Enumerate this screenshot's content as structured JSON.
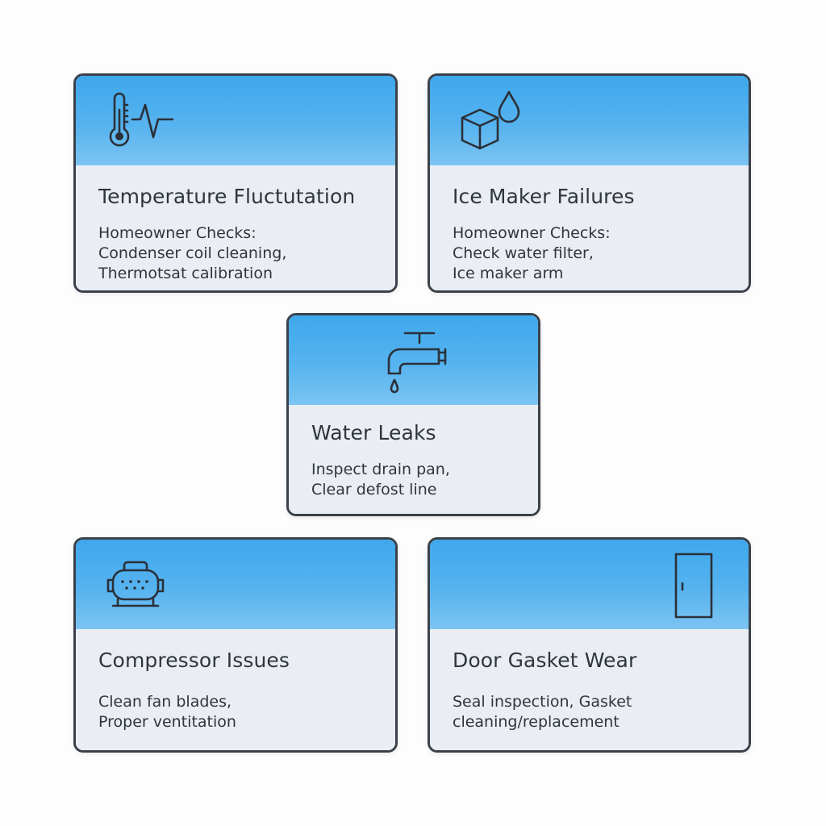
{
  "cards": [
    {
      "title": "Temperature Fluctutation",
      "lines": [
        "Homeowner Checks:",
        "Condenser coil cleaning,",
        "Thermotsat calibration"
      ],
      "icon": "thermometer-pulse-icon"
    },
    {
      "title": "Ice Maker Failures",
      "lines": [
        "Homeowner Checks:",
        "Check water filter,",
        "Ice maker arm"
      ],
      "icon": "ice-cube-drop-icon"
    },
    {
      "title": "Water Leaks",
      "lines": [
        "Inspect drain pan,",
        "Clear defost line"
      ],
      "icon": "faucet-icon"
    },
    {
      "title": "Compressor Issues",
      "lines": [
        "Clean fan blades,",
        "Proper ventitation"
      ],
      "icon": "compressor-icon"
    },
    {
      "title": "Door Gasket Wear",
      "lines": [
        "Seal inspection, Gasket",
        "cleaning/replacement"
      ],
      "icon": "door-icon"
    }
  ],
  "colors": {
    "header_blue": "#3ea8ec",
    "body_gray": "#eaeef4",
    "border": "#3b414a",
    "text": "#2f353c"
  }
}
